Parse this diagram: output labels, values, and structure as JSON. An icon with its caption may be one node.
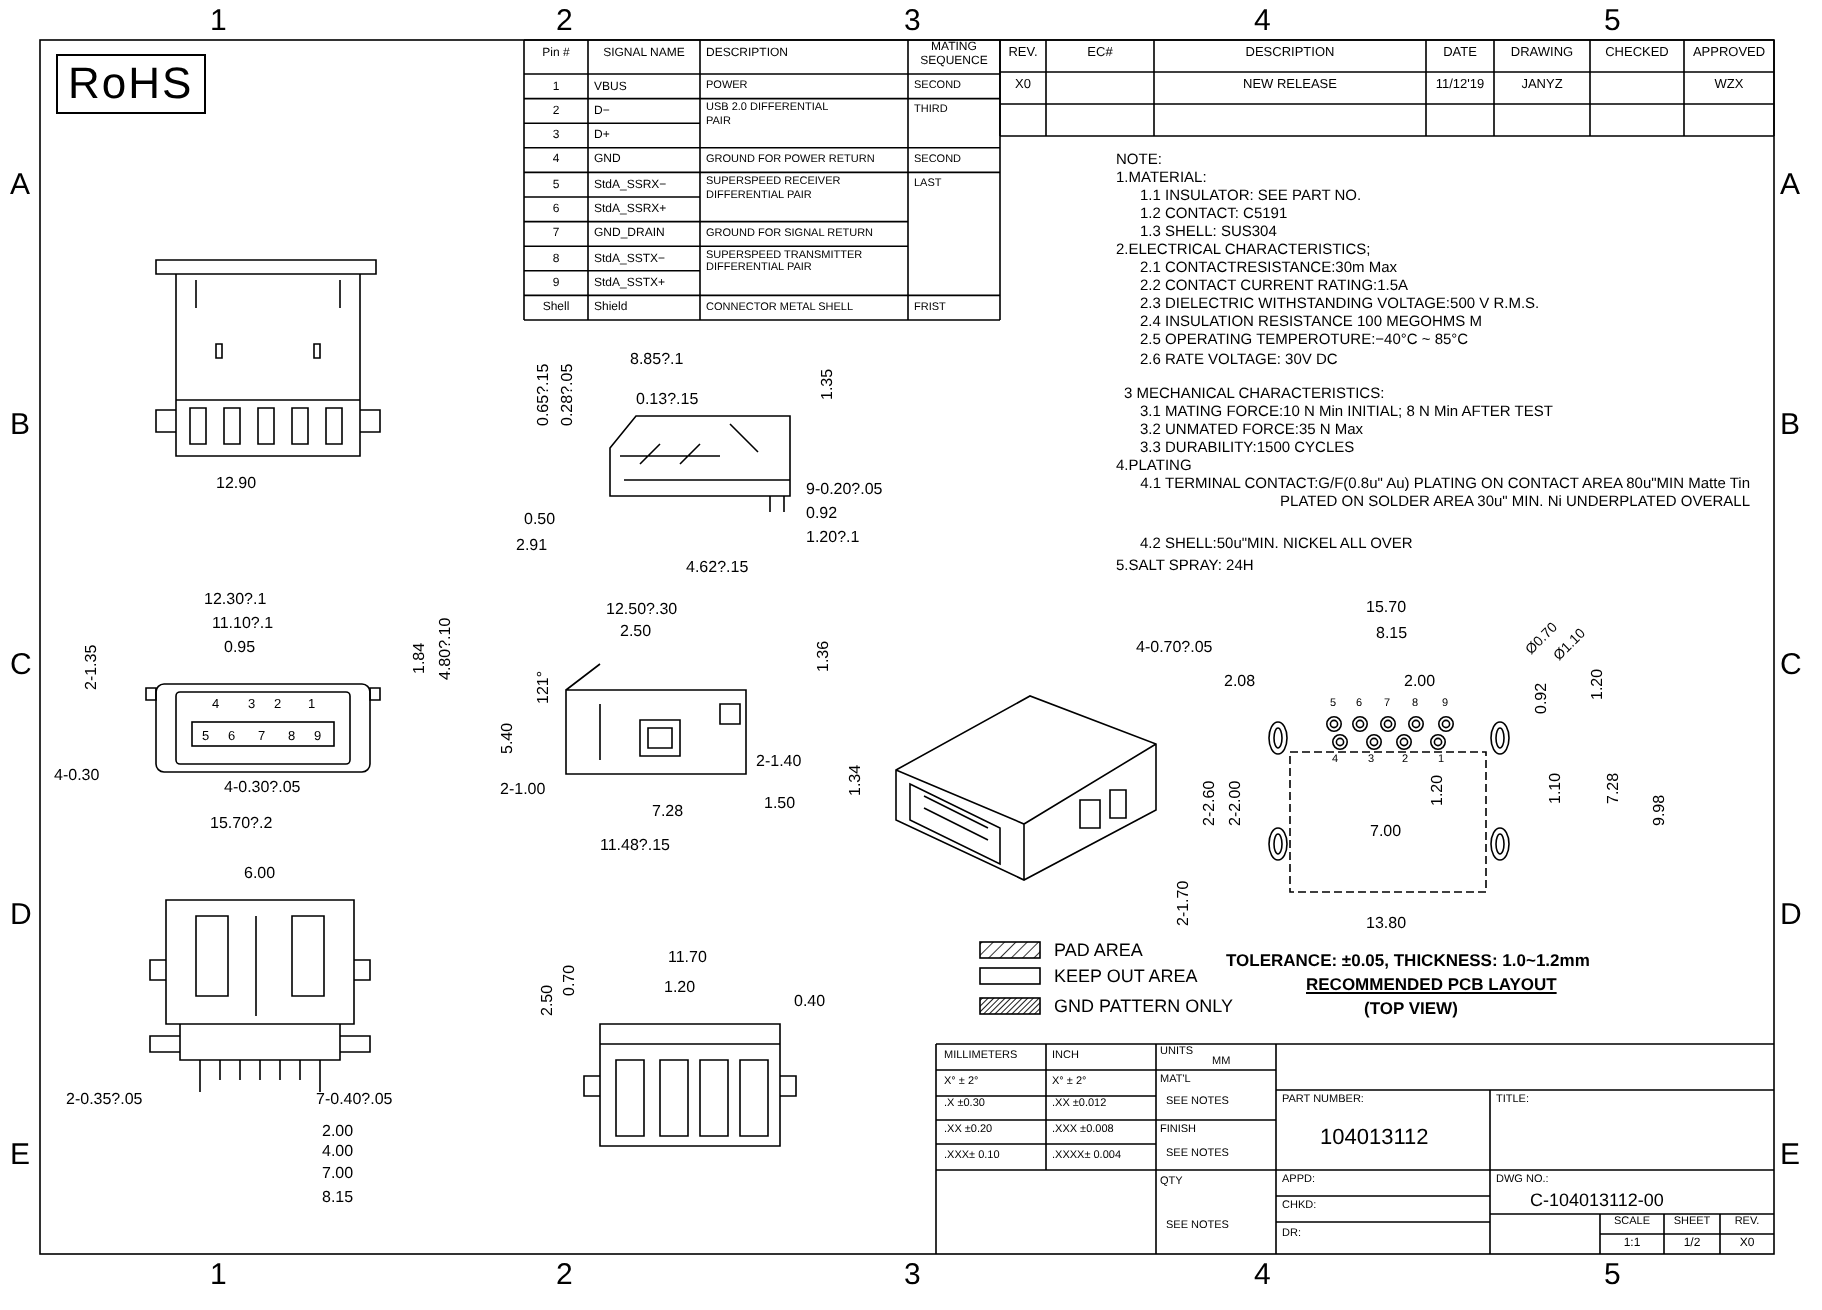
{
  "diagram": {
    "labels": [
      "1",
      "2",
      "3",
      "4",
      "5",
      "RoHS",
      "Pin #",
      "SIGNAL NAME",
      "DESCRIPTION",
      "MATING SEQUENCE",
      "1",
      "VBUS",
      "POWER",
      "SECOND",
      "2",
      "D−",
      "USB 2.0 DIFFERENTIAL PAIR",
      "THIRD",
      "3",
      "D+",
      "4",
      "GND",
      "GROUND FOR POWER RETURN",
      "SECOND",
      "5",
      "StdA_SSRX−",
      "SUPERSPEED RECEIVER DIFFERENTIAL PAIR",
      "LAST",
      "6",
      "StdA_SSRX+",
      "7",
      "GND_DRAIN",
      "GROUND FOR SIGNAL RETURN",
      "8",
      "StdA_SSTX−",
      "SUPERSPEED TRANSMITTER DIFFERENTIAL PAIR",
      "9",
      "StdA_SSTX+",
      "Shell",
      "Shield",
      "CONNECTOR METAL SHELL",
      "FRIST",
      "REV.",
      "EC#",
      "DESCRIPTION",
      "DATE",
      "DRAWING",
      "CHECKED",
      "APPROVED",
      "X0",
      "NEW RELEASE",
      "11/12'19",
      "JANYZ",
      "WZX",
      "NOTE:",
      "1.MATERIAL:",
      "1.1 INSULATOR: SEE PART NO.",
      "1.2 CONTACT: C5191",
      "1.3 SHELL: SUS304",
      "2.ELECTRICAL CHARACTERISTICS;",
      "2.1 CONTACTRESISTANCE:30m Max",
      "2.2 CONTACT CURRENT RATING:1.5A",
      "2.3 DIELECTRIC WITHSTANDING VOLTAGE:500 V R.M.S.",
      "2.4 INSULATION RESISTANCE 100 MEGOHMS M",
      "2.5 OPERATING TEMPEROTURE:−40°C ~ 85°C",
      "2.6 RATE VOLTAGE: 30V DC",
      "3 MECHANICAL CHARACTERISTICS:",
      "3.1 MATING FORCE:10 N Min INITIAL; 8 N Min AFTER TEST",
      "3.2 UNMATED FORCE:35 N Max",
      "3.3 DURABILITY:1500 CYCLES",
      "4.PLATING",
      "4.1 TERMINAL CONTACT:G/F(0.8u\" Au) PLATING ON CONTACT AREA 80u\"MIN Matte Tin PLATED ON SOLDER AREA 30u\" MIN. Ni UNDERPLATED OVERALL",
      "4.2 SHELL:50u\"MIN. NICKEL ALL OVER",
      "5.SALT SPRAY: 24H",
      "12.90",
      "12.30?.1",
      "11.10?.1",
      "0.95",
      "2-1.35",
      "1.84",
      "4.80?.10",
      "4",
      "3",
      "2",
      "1",
      "5",
      "6",
      "7",
      "8",
      "9",
      "4-0.30",
      "4-0.30?.05",
      "15.70?.2",
      "0.65?.15",
      "0.28?.05",
      "8.85?.1",
      "0.13?.15",
      "1.35",
      "9-0.20?.05",
      "0.92",
      "1.20?.1",
      "0.50",
      "2.91",
      "4.62?.15",
      "12.50?.30",
      "2.50",
      "121°",
      "5.40",
      "1.36",
      "2-1.40",
      "1.34",
      "1.50",
      "2-1.00",
      "7.28",
      "11.48?.15",
      "15.70",
      "8.15",
      "4-0.70?.05",
      "2.08",
      "2.00",
      "Ø0.70",
      "Ø1.10",
      "0.92",
      "1.20",
      "5",
      "6",
      "7",
      "8",
      "9",
      "4",
      "3",
      "2",
      "1",
      "2-2.60",
      "2-2.00",
      "1.20",
      "1.10",
      "7.28",
      "9.98",
      "7.00",
      "2-1.70",
      "13.80",
      "TOLERANCE: ±0.05, THICKNESS: 1.0~1.2mm",
      "RECOMMENDED PCB LAYOUT",
      "(TOP VIEW)",
      "6.00",
      "2-0.35?.05",
      "7-0.40?.05",
      "2.00",
      "4.00",
      "7.00",
      "8.15",
      "11.70",
      "1.20",
      "0.40",
      "2.50",
      "0.70",
      "MILLIMETERS",
      "INCH",
      "X° ± 2°",
      "X° ± 2°",
      ".X ±0.30",
      ".XX ±0.012",
      ".XX ±0.20",
      ".XXX ±0.008",
      ".XXX± 0.10",
      ".XXXX± 0.004",
      "UNITS",
      "MM",
      "MAT'L",
      "SEE NOTES",
      "FINISH",
      "SEE NOTES",
      "QTY",
      "SEE NOTES",
      "PART NUMBER:",
      "104013112",
      "TITLE:",
      "APPD:",
      "DWG NO.:",
      "C-104013112-00",
      "CHKD:",
      "DR:",
      "SCALE",
      "SHEET",
      "REV.",
      "1:1",
      "1/2",
      "X0",
      "1",
      "2",
      "3",
      "4",
      "5",
      "A",
      "B",
      "C",
      "D",
      "E",
      "A",
      "B",
      "C",
      "D",
      "E"
    ],
    "legend": [
      {
        "text": "PAD AREA"
      },
      {
        "text": "KEEP OUT AREA"
      },
      {
        "text": "GND PATTERN ONLY"
      }
    ]
  }
}
